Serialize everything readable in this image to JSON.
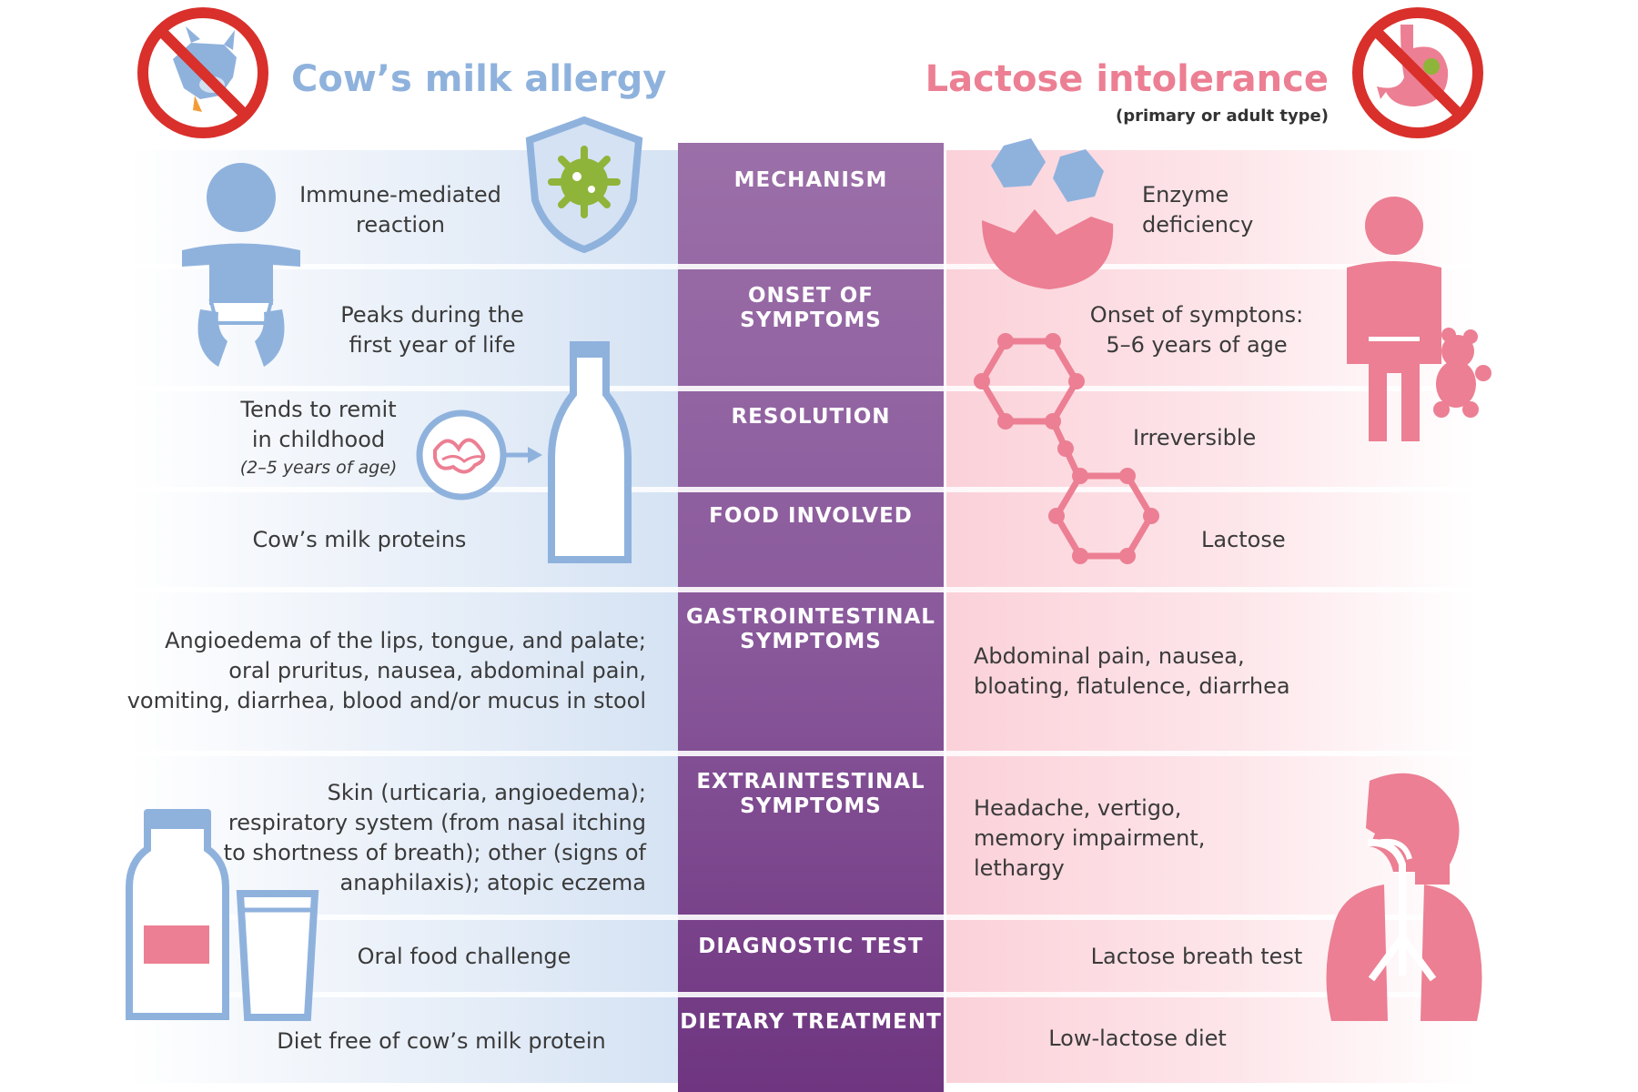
{
  "left_title": "Cow’s milk allergy",
  "right_title": "Lactose intolerance",
  "right_subtitle": "(primary or adult type)",
  "colors": {
    "blue": "#8fb2dd",
    "pink": "#ec7f93",
    "purple": "#8a5a9c",
    "green": "#8fb43a",
    "red": "#d9302b"
  },
  "rows": {
    "mechanism": {
      "label": "MECHANISM",
      "left": "Immune-mediated\nreaction",
      "right": "Enzyme\ndeficiency"
    },
    "onset": {
      "label": "ONSET OF SYMPTOMS",
      "left": "Peaks during the\nfirst year of life",
      "right": "Onset of symptons:\n5–6 years of age"
    },
    "resolution": {
      "label": "RESOLUTION",
      "left": "Tends to remit\nin childhood",
      "left_note": "(2–5 years of age)",
      "right": "Irreversible"
    },
    "food": {
      "label": "FOOD INVOLVED",
      "left": "Cow’s milk proteins",
      "right": "Lactose"
    },
    "gi": {
      "label": "GASTROINTESTINAL\nSYMPTOMS",
      "left": "Angioedema of the lips, tongue, and palate;\noral pruritus, nausea, abdominal pain,\nvomiting, diarrhea, blood and/or mucus in stool",
      "right": "Abdominal pain, nausea,\nbloating, flatulence, diarrhea"
    },
    "extra": {
      "label": "EXTRAINTESTINAL\nSYMPTOMS",
      "left": "Skin (urticaria, angioedema);\nrespiratory system (from nasal itching\nto shortness of breath); other (signs of\nanaphilaxis); atopic eczema",
      "right": "Headache, vertigo,\nmemory impairment,\nlethargy"
    },
    "diag": {
      "label": "DIAGNOSTIC TEST",
      "left": "Oral food challenge",
      "right": "Lactose breath test"
    },
    "diet": {
      "label": "DIETARY TREATMENT",
      "left": "Diet free of cow’s milk protein",
      "right": "Low-lactose diet"
    }
  },
  "icons": [
    "no-cow-icon",
    "no-stomach-icon",
    "baby-icon",
    "shield-virus-icon",
    "protein-icon",
    "milk-bottle-icon",
    "milk-jug-icon",
    "glass-icon",
    "enzyme-icon",
    "lactose-molecule-icon",
    "child-teddy-icon",
    "head-lungs-icon"
  ]
}
